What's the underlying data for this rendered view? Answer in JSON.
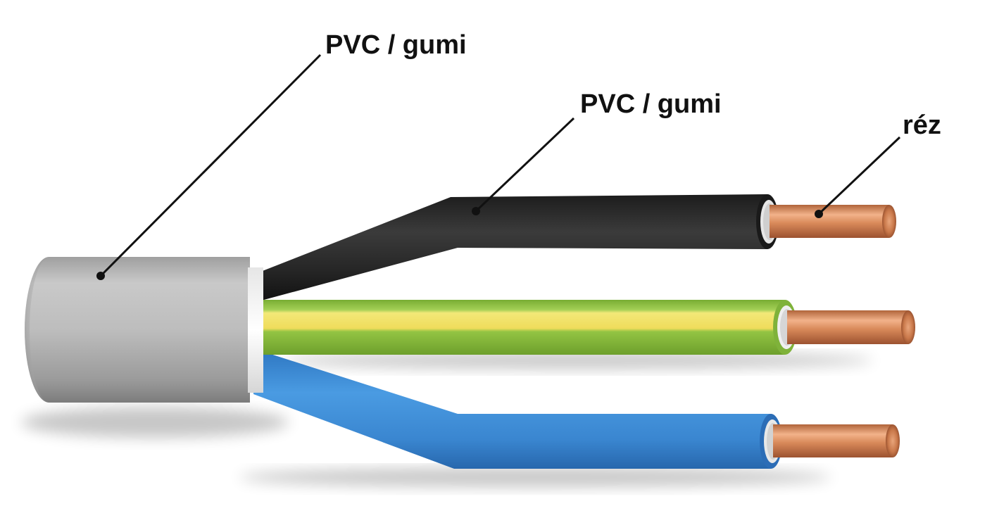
{
  "labels": {
    "outer_sheath": "PVC / gumi",
    "core_insulation": "PVC / gumi",
    "conductor": "réz"
  },
  "colors": {
    "outer_sheath": "#b9b9b9",
    "black_core": "#2a2a2a",
    "earth_core_green": "#8cc043",
    "earth_core_yellow": "#f2e36a",
    "blue_core": "#3f8ed6",
    "copper": "#d98a5a",
    "leader_line": "#111111"
  }
}
